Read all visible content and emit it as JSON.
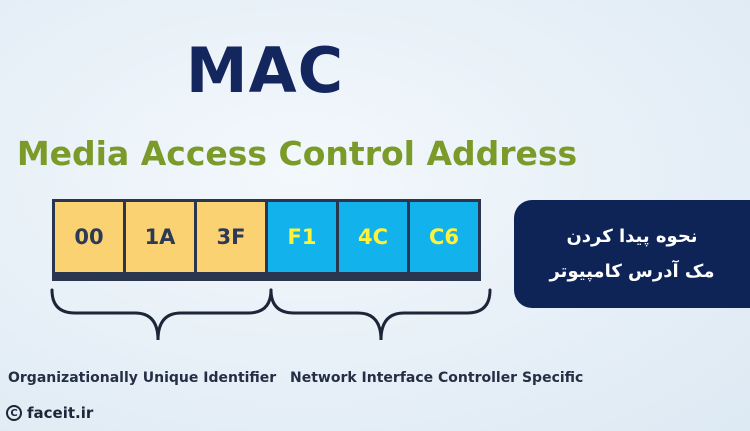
{
  "title": "MAC",
  "subtitle": "Media Access Control Address",
  "octets": [
    {
      "value": "00",
      "group": "oui"
    },
    {
      "value": "1A",
      "group": "oui"
    },
    {
      "value": "3F",
      "group": "oui"
    },
    {
      "value": "F1",
      "group": "nic"
    },
    {
      "value": "4C",
      "group": "nic"
    },
    {
      "value": "C6",
      "group": "nic"
    }
  ],
  "labels": {
    "oui": "Organizationally Unique Identifier",
    "nic": "Network Interface Controller Specific"
  },
  "panel": {
    "line1": "نحوه پیدا کردن",
    "line2": "مک آدرس کامپیوتر"
  },
  "footer": {
    "copyright_symbol": "C",
    "site": "faceit.ir"
  },
  "colors": {
    "title": "#13265e",
    "subtitle": "#7a9a2a",
    "oui_fill": "#fad272",
    "nic_fill": "#12b2ec",
    "nic_text": "#fff23a",
    "panel": "#0e2356"
  }
}
